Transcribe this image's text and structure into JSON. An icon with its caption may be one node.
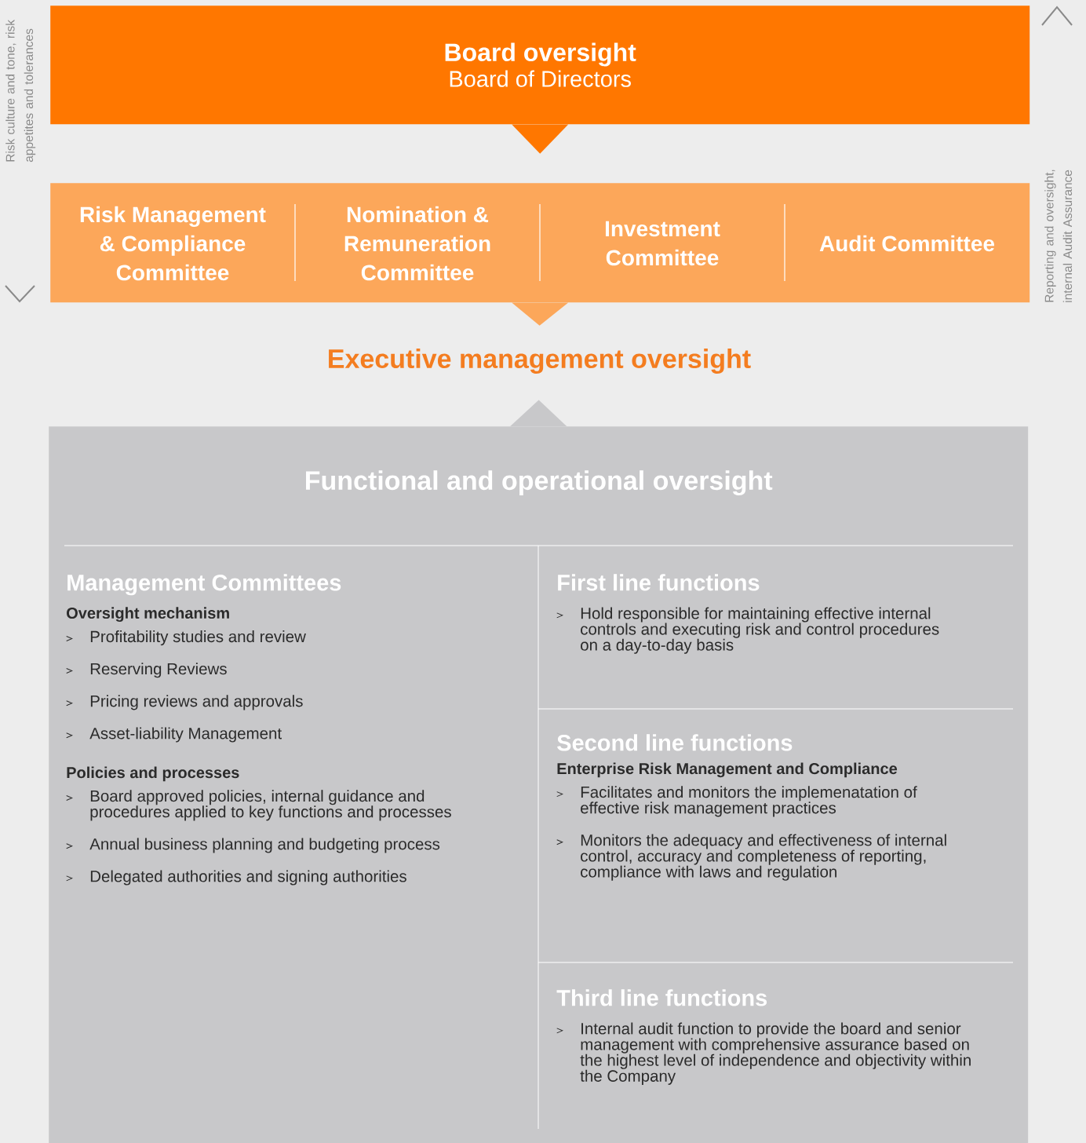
{
  "diagram": {
    "nodes": [
      {
        "text": [
          "Board oversight",
          "Board of Directors"
        ]
      },
      {
        "text": [],
        "shape": "box"
      },
      {
        "text": [
          "Risk Management & Compliance Committee"
        ],
        "in": 1
      },
      {
        "text": [
          "Nomination & Remuneration Committee"
        ],
        "in": 1
      },
      {
        "text": [
          "Investment Committee"
        ],
        "in": 1
      },
      {
        "text": [
          "Audit Committee"
        ],
        "in": 1
      },
      {
        "text": [
          "Executive management oversight"
        ]
      },
      {
        "text": [
          "Functional and operational oversight"
        ]
      },
      {
        "text": [
          "Management Committees",
          "Oversight mechanism",
          "Profitability studies and review",
          "Reserving Reviews",
          "Pricing reviews and approvals",
          "Asset-liability Management",
          "Policies and processes",
          "Board approved policies, internal guidance and procedures applied to key functions and processes",
          "Annual business planning and budgeting process",
          "Delegated authorities and signing authorities"
        ],
        "in": 7
      },
      {
        "text": [
          "First line functions",
          "Hold responsible for maintaining effective internal controls and executing risk and control procedures on a day-to-day basis"
        ],
        "in": 7
      },
      {
        "text": [
          "Second line functions",
          "Enterprise Risk Management and Compliance",
          "Facilitates and monitors the implemenatation of effective risk management practices",
          "Monitors the adequacy and effectiveness of internal control, accuracy and completeness of reporting, compliance with laws and regulation"
        ],
        "in": 7
      },
      {
        "text": [
          "Third line functions",
          "Internal audit function to provide the board and senior management with comprehensive assurance based on the highest level of independence and objectivity within the Company"
        ],
        "in": 7
      }
    ],
    "edges": [
      {
        "from": 0,
        "to": 1,
        "arrow": "to"
      },
      {
        "from": 1,
        "to": 6,
        "arrow": "to"
      },
      {
        "from": 7,
        "to": 6,
        "arrow": "to"
      }
    ],
    "labels": [
      "Risk culture and tone, risk appetites and tolerances",
      "Reporting and oversight, internal Audit Assurance"
    ]
  }
}
